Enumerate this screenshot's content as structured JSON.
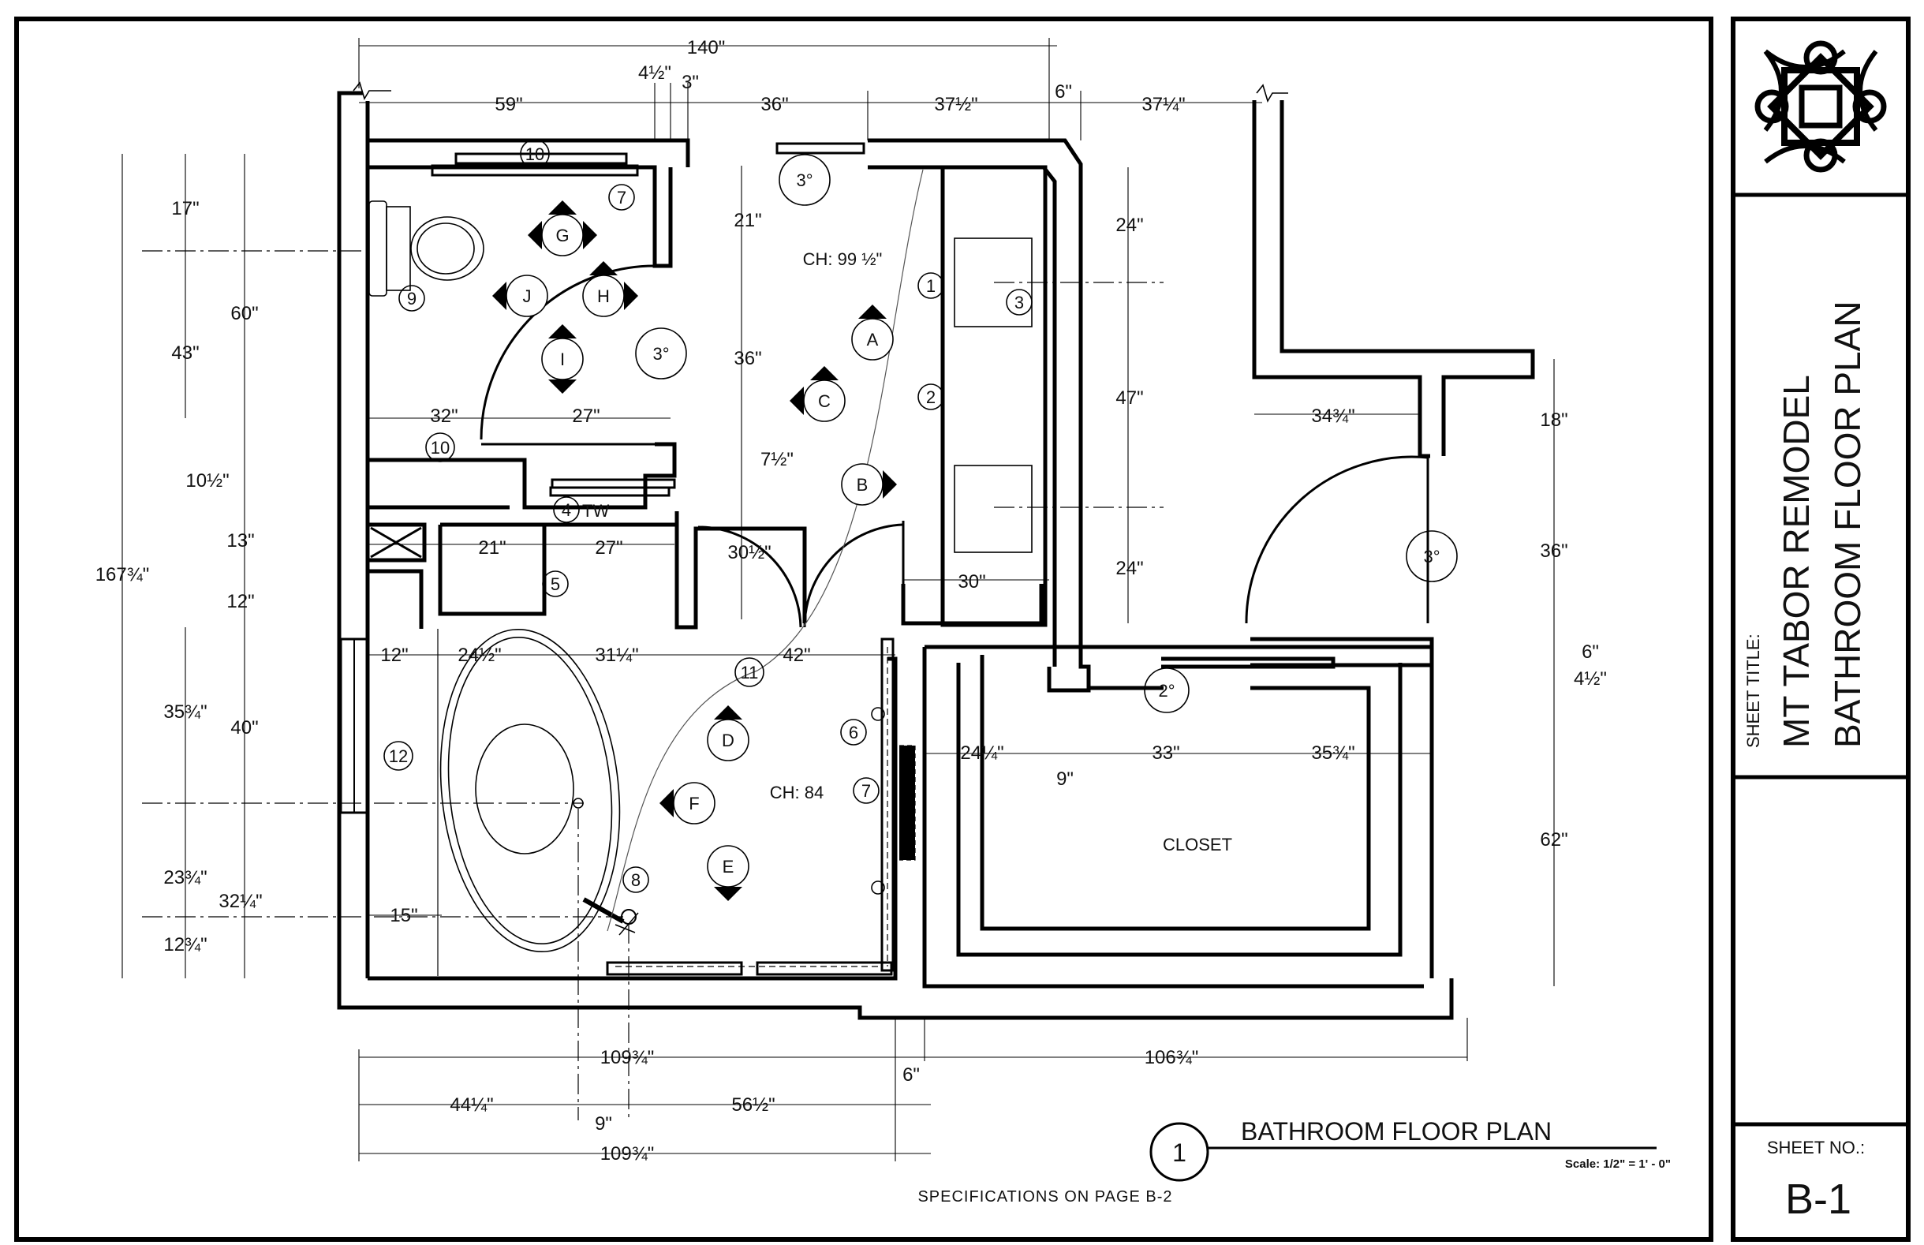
{
  "title_block": {
    "sheet_title_label": "SHEET TITLE:",
    "project_name": "MT TABOR REMODEL",
    "drawing_name": "BATHROOM FLOOR PLAN",
    "sheet_no_label": "SHEET NO.:",
    "sheet_no": "B-1"
  },
  "drawing": {
    "number": "1",
    "title": "BATHROOM FLOOR PLAN",
    "scale": "Scale: 1/2\" = 1' - 0\"",
    "specs_note": "SPECIFICATIONS ON PAGE B-2",
    "ceiling_height_1": "CH: 99 ½\"",
    "ceiling_height_2": "CH: 84",
    "closet_label": "CLOSET",
    "tw_label": "TW"
  },
  "dimensions": {
    "top_overall": "140\"",
    "top": [
      "59\"",
      "4½\"",
      "3\"",
      "36\"",
      "37½\"",
      "6\"",
      "37¼\""
    ],
    "left_overall": "167¾\"",
    "left_outer": [
      "17\"",
      "43\"",
      "10½\"",
      "13\"",
      "12\"",
      "35¾\"",
      "23¾\"",
      "12¾\""
    ],
    "left_inner": [
      "60\"",
      "40\"",
      "32¼\""
    ],
    "center_vertical": [
      "21\"",
      "36\"",
      "7½\"",
      "30½\""
    ],
    "right_vertical": [
      "24\"",
      "47\"",
      "24\""
    ],
    "far_right_vertical": [
      "18\"",
      "36\"",
      "6\"",
      "4½\"",
      "62\""
    ],
    "interior": [
      "32\"",
      "27\"",
      "21\"",
      "27\"",
      "12\"",
      "24½\"",
      "31¼\"",
      "42\"",
      "30\"",
      "34¾\"",
      "24¼\"",
      "9\"",
      "33\"",
      "35¾\"",
      "15\""
    ],
    "bottom": [
      "109¾\"",
      "106¾\"",
      "6\"",
      "44¼\"",
      "56½\"",
      "9\"",
      "109¾\""
    ]
  },
  "fixture_tags": [
    "1",
    "2",
    "3",
    "4",
    "5",
    "6",
    "7",
    "7",
    "8",
    "9",
    "10",
    "10",
    "11",
    "12"
  ],
  "light_tags": [
    "A",
    "B",
    "C",
    "D",
    "E",
    "F",
    "G",
    "H",
    "I",
    "J"
  ],
  "vent_tags": [
    "3°",
    "3°",
    "3°",
    "2°"
  ]
}
